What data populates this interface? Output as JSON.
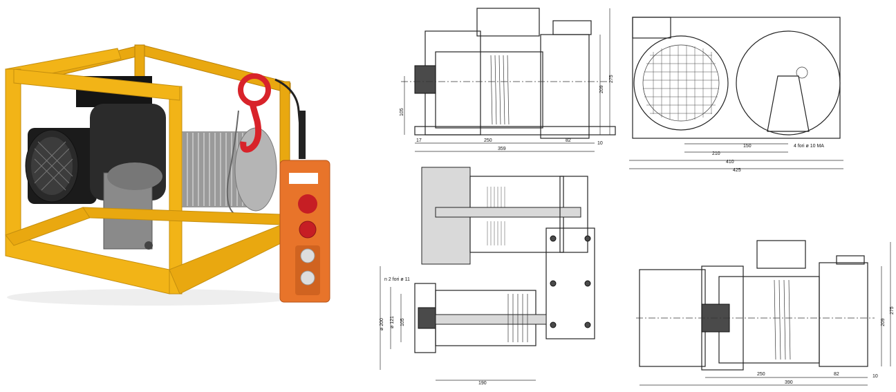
{
  "photo": {
    "pendant_label": "",
    "frame_color": "#F2B417",
    "pendant_color": "#E8742A",
    "hook_color": "#D8232A"
  },
  "top_left_view": {
    "dims": {
      "d17": "17",
      "d250": "250",
      "d359": "359",
      "d82": "82",
      "d10": "10",
      "d105": "105",
      "d209": "209",
      "d275": "275"
    }
  },
  "top_right_view": {
    "dims": {
      "d150": "150",
      "d210": "210",
      "d410": "410",
      "d425": "425",
      "holes": "4 fori ø 10 MA"
    }
  },
  "bottom_left_view": {
    "dims": {
      "holes": "n 2 fori ø 11",
      "d200": "ø 200",
      "d121": "ø 121",
      "d105": "105",
      "d190": "190"
    }
  },
  "bottom_right_view": {
    "dims": {
      "d250": "250",
      "d390": "390",
      "d82": "82",
      "d10": "10",
      "d209": "209",
      "d275": "275"
    }
  }
}
